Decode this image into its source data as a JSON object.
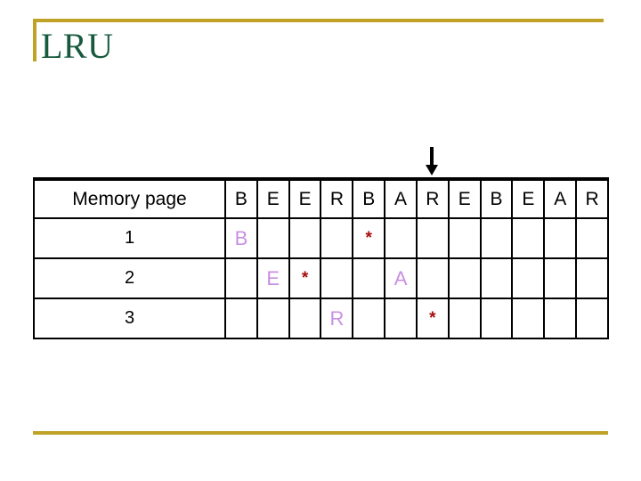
{
  "slide": {
    "title": "LRU",
    "accent_color": "#BFA226",
    "title_color": "#16593D",
    "background_color": "#FFFFFF"
  },
  "pointer": {
    "name": "down-arrow",
    "glyph": "↓",
    "points_at_column_index": 6,
    "points_at_value": "R",
    "color": "#000000"
  },
  "table": {
    "label_header": "Memory page",
    "reference_string": [
      "B",
      "E",
      "E",
      "R",
      "B",
      "A",
      "R",
      "E",
      "B",
      "E",
      "A",
      "R"
    ],
    "page_frame_color": "#C98FE3",
    "hit_marker_color": "#A80B0B",
    "hit_marker": "*",
    "rows": [
      {
        "label": "1",
        "cells": [
          "B",
          "",
          "",
          "",
          "*",
          "",
          "",
          "",
          "",
          "",
          "",
          ""
        ]
      },
      {
        "label": "2",
        "cells": [
          "",
          "E",
          "*",
          "",
          "",
          "A",
          "",
          "",
          "",
          "",
          "",
          ""
        ]
      },
      {
        "label": "3",
        "cells": [
          "",
          "",
          "",
          "R",
          "",
          "",
          "*",
          "",
          "",
          "",
          "",
          ""
        ]
      }
    ]
  }
}
